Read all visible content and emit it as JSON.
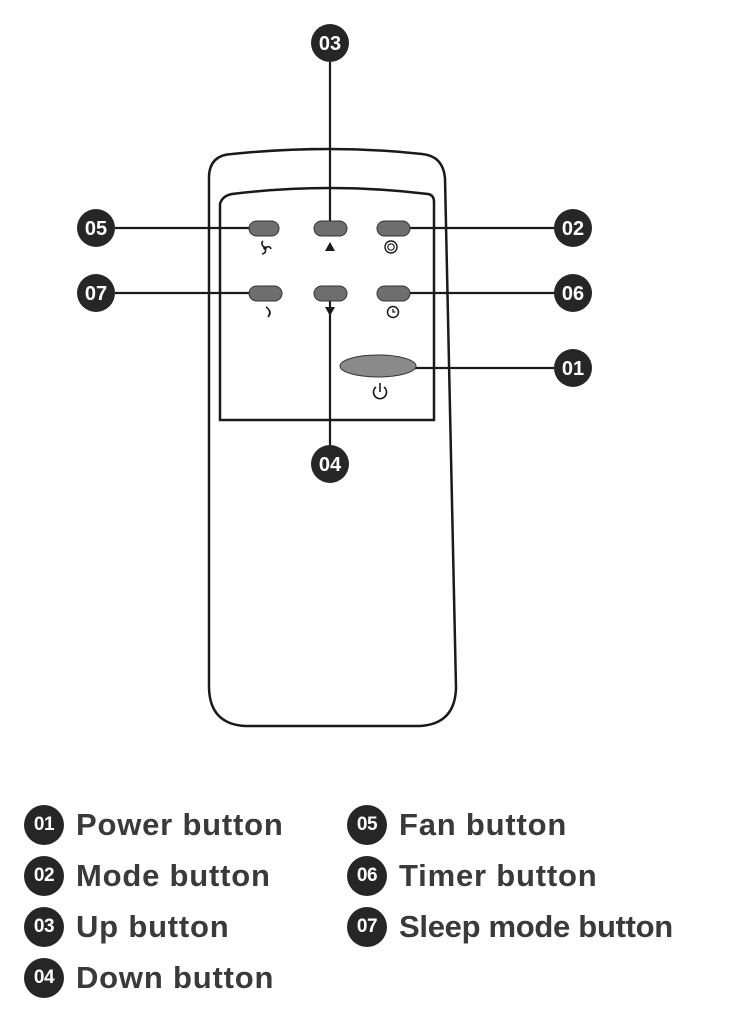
{
  "diagram": {
    "callouts": [
      {
        "id": "callout-01",
        "number": "01",
        "button": "power"
      },
      {
        "id": "callout-02",
        "number": "02",
        "button": "mode"
      },
      {
        "id": "callout-03",
        "number": "03",
        "button": "up"
      },
      {
        "id": "callout-04",
        "number": "04",
        "button": "down"
      },
      {
        "id": "callout-05",
        "number": "05",
        "button": "fan"
      },
      {
        "id": "callout-06",
        "number": "06",
        "button": "timer"
      },
      {
        "id": "callout-07",
        "number": "07",
        "button": "sleep"
      }
    ],
    "button_symbols": {
      "fan": "fan-icon",
      "up": "up-triangle-icon",
      "mode": "mode-icon",
      "sleep": "moon-icon",
      "down": "down-triangle-icon",
      "timer": "clock-icon",
      "power": "power-icon"
    },
    "colors": {
      "button_fill": "#6e6e6e",
      "power_button_fill": "#8a8a8a",
      "badge_fill": "#262626",
      "outline": "#1a1a1a",
      "label_text": "#3a3a3a"
    }
  },
  "legend": {
    "items": [
      {
        "number": "01",
        "label": "Power button"
      },
      {
        "number": "02",
        "label": "Mode button"
      },
      {
        "number": "03",
        "label": "Up button"
      },
      {
        "number": "04",
        "label": "Down button"
      },
      {
        "number": "05",
        "label": "Fan button"
      },
      {
        "number": "06",
        "label": "Timer button"
      },
      {
        "number": "07",
        "label": "Sleep mode button"
      }
    ]
  }
}
